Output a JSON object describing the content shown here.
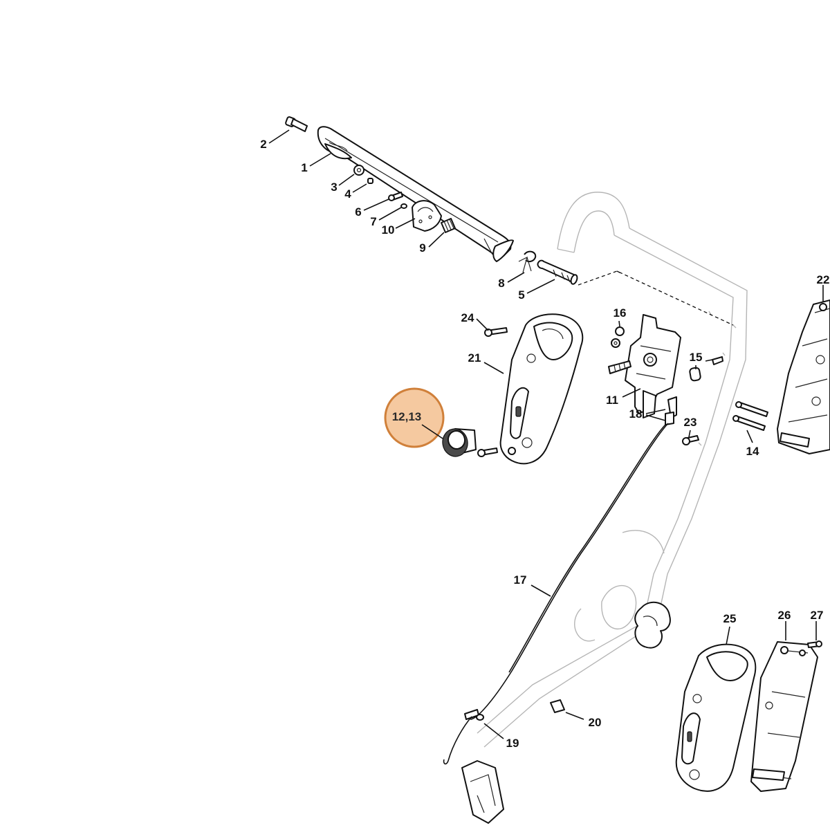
{
  "highlight": {
    "label": "12,13",
    "fill": "#f5c9a0",
    "stroke": "#d0803a"
  },
  "labels": {
    "p1": "1",
    "p2": "2",
    "p3": "3",
    "p4": "4",
    "p5": "5",
    "p6": "6",
    "p7": "7",
    "p8": "8",
    "p9": "9",
    "p10": "10",
    "p11": "11",
    "p14": "14",
    "p15": "15",
    "p16": "16",
    "p17": "17",
    "p18": "18",
    "p19": "19",
    "p20": "20",
    "p21": "21",
    "p22": "22",
    "p23": "23",
    "p24": "24",
    "p25": "25",
    "p26": "26",
    "p27": "27"
  }
}
